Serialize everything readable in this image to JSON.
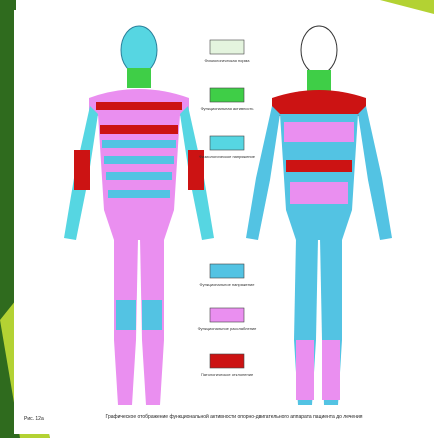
{
  "colors": {
    "accent_dark": "#2f6b1e",
    "accent_light": "#b3d233",
    "norm": "#e4f4de",
    "activity": "#3fce47",
    "tension": "#56d6e2",
    "func_tension": "#53c3e3",
    "func_relax": "#ea8ff0",
    "pathological": "#cc1313"
  },
  "legend": [
    {
      "key": "norm",
      "label": "Физиологическая норма"
    },
    {
      "key": "activity",
      "label": "Функциональная активность"
    },
    {
      "key": "tension",
      "label": "Физиологическое напряжение"
    },
    {
      "key": "func_tension",
      "label": "Функциональное напряжение"
    },
    {
      "key": "func_relax",
      "label": "Функциональное расслабление"
    },
    {
      "key": "pathological",
      "label": "Патологическое отклонение"
    }
  ],
  "caption": {
    "figure_number": "Рис. 12а",
    "text": "Графическое отображение функциональной активности опорно-двигательного аппарата пациента до лечения"
  }
}
